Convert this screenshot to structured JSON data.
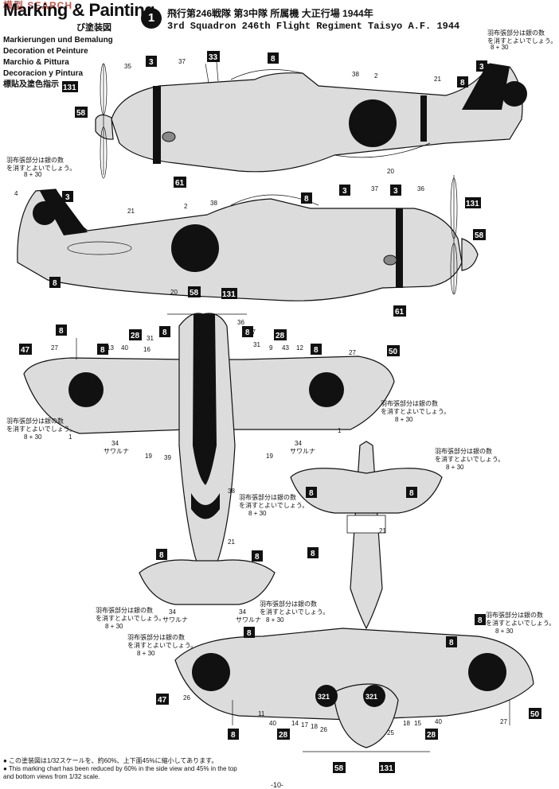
{
  "header": {
    "watermark": "模型 SEARCH",
    "title": "Marking & Painting",
    "subtitle_jp": "び塗装図",
    "languages": [
      "Markierungen und Bemalung",
      "Decoration et Peinture",
      "Marchio & Pittura",
      "Decoracion y Pintura",
      "標貼及塗色指示"
    ]
  },
  "scheme": {
    "number": "1",
    "title_jp": "飛行第246戦隊 第3中隊 所属機 大正行場 1944年",
    "title_en": "3rd Squadron 246th Flight Regiment Taisyo A.F. 1944"
  },
  "callouts": {
    "c3": "3",
    "c8": "8",
    "c33": "33",
    "c58": "58",
    "c61": "61",
    "c131": "131",
    "c28": "28",
    "c47": "47",
    "c50": "50",
    "p30": "8 + 30"
  },
  "notes": {
    "fabric": "羽布張部分は銀の数",
    "fabric2": "を消すとよいでしょう。",
    "sarutana": "サワルナ"
  },
  "numbers": {
    "n1": "1",
    "n2": "2",
    "n4": "4",
    "n9": "9",
    "n11": "11",
    "n12": "12",
    "n13": "13",
    "n14": "14",
    "n15": "15",
    "n16": "16",
    "n17": "17",
    "n18": "18",
    "n19": "19",
    "n20": "20",
    "n21": "21",
    "n25": "25",
    "n26": "26",
    "n27": "27",
    "n31": "31",
    "n34": "34",
    "n35": "35",
    "n36": "36",
    "n37": "37",
    "n38": "38",
    "n39": "39",
    "n40": "40",
    "n43": "43",
    "n321": "321"
  },
  "footnote": [
    "● この塗装図は1/32スケールを、約60%、上下面45%に縮小してあります。",
    "● This marking chart has been reduced by 60% in the side view and 45% in the top",
    "   and bottom views from 1/32 scale."
  ],
  "page_number": "-10-",
  "colors": {
    "body_gray": "#d9d9d9",
    "hinomaru": "#111111",
    "badge": "#111111",
    "watermark": "#c0392b"
  }
}
